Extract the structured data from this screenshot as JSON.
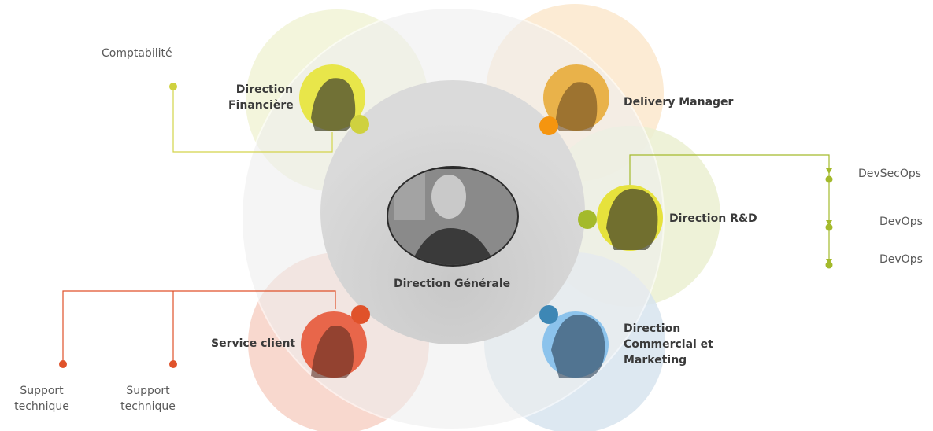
{
  "center": {
    "label": "Direction Générale"
  },
  "departments": {
    "finance": {
      "label": "Direction Financière",
      "color": "#cfd13f"
    },
    "delivery": {
      "label": "Delivery Manager",
      "color": "#f5950f"
    },
    "rnd": {
      "label": "Direction R&D",
      "color": "#a4ba2c"
    },
    "commercial": {
      "label": "Direction Commercial et Marketing",
      "color": "#3d87b5"
    },
    "service": {
      "label": "Service client",
      "color": "#e0522a"
    }
  },
  "finance_team": {
    "comptabilite": "Comptabilité"
  },
  "rnd_team": {
    "item1": "DevSecOps",
    "item2": "DevOps",
    "item3": "DevOps"
  },
  "service_team": {
    "item1": "Support technique",
    "item2": "Support technique"
  }
}
